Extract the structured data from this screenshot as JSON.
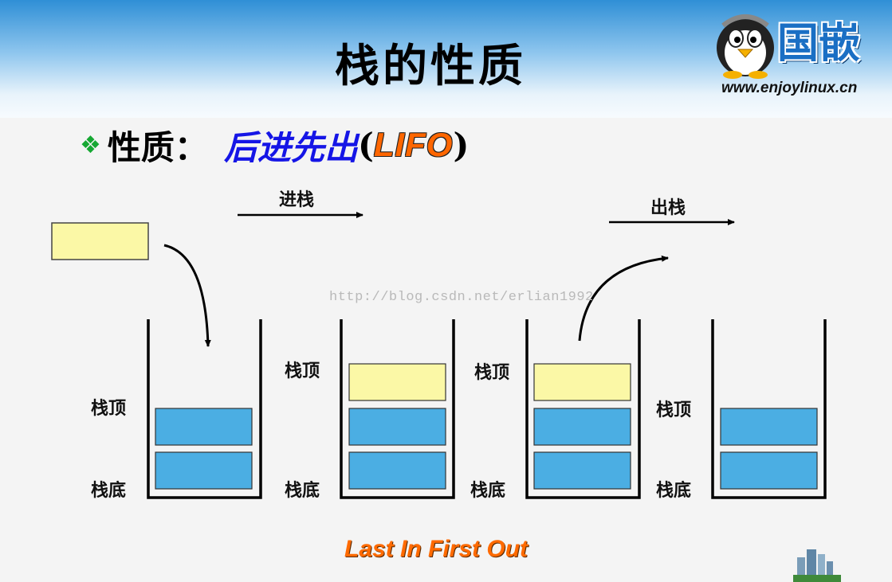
{
  "slide": {
    "title": "栈的性质"
  },
  "brand": {
    "logo_text": "国嵌",
    "site": "www.enjoylinux.cn"
  },
  "subtitle": {
    "label": "性质",
    "colon": "：",
    "value": "后进先出",
    "open_paren": "(",
    "acronym": "LIFO",
    "close_paren": ")"
  },
  "actions": {
    "push": "进栈",
    "pop": "出栈"
  },
  "labels": {
    "top": "栈顶",
    "bottom": "栈底"
  },
  "watermark": "http://blog.csdn.net/erlian1992",
  "footer": "Last In First Out",
  "colors": {
    "existing_block": "#4baee3",
    "new_block": "#fbf8a6",
    "accent": "#ff6600",
    "subtitle_blue": "#1515e6"
  }
}
